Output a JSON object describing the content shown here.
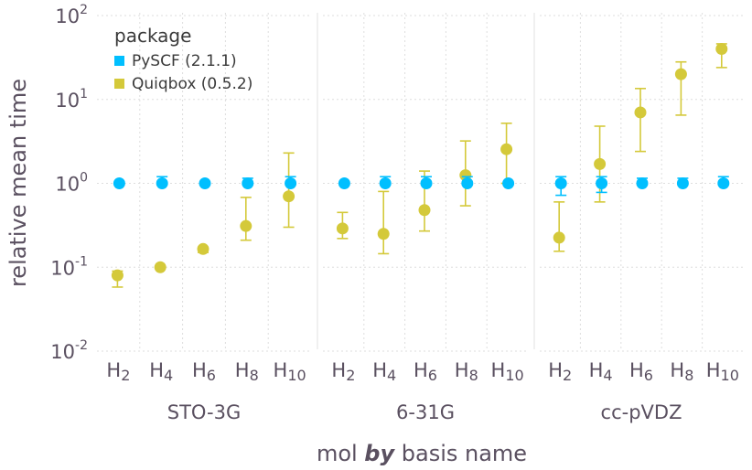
{
  "chart_data": {
    "type": "scatter",
    "ylabel": "relative mean time",
    "xlabel_parts": [
      "mol ",
      "by",
      " basis name"
    ],
    "y_scale": "log",
    "ylim": [
      0.01,
      100
    ],
    "yticks": [
      {
        "base": "10",
        "exp": "-2",
        "value": 0.01
      },
      {
        "base": "10",
        "exp": "-1",
        "value": 0.1
      },
      {
        "base": "10",
        "exp": "0",
        "value": 1
      },
      {
        "base": "10",
        "exp": "1",
        "value": 10
      },
      {
        "base": "10",
        "exp": "2",
        "value": 100
      }
    ],
    "grid": true,
    "legend": {
      "title": "package",
      "position": "top-left",
      "entries": [
        {
          "name": "PySCF (2.1.1)",
          "color": "#00bfff"
        },
        {
          "name": "Quiqbox (0.5.2)",
          "color": "#d4c93a"
        }
      ]
    },
    "molecules": [
      {
        "base": "H",
        "sub": "2"
      },
      {
        "base": "H",
        "sub": "4"
      },
      {
        "base": "H",
        "sub": "6"
      },
      {
        "base": "H",
        "sub": "8"
      },
      {
        "base": "H",
        "sub": "10"
      }
    ],
    "panels": [
      {
        "basis": "STO-3G",
        "series": [
          {
            "name": "PySCF (2.1.1)",
            "values": [
              1,
              1,
              1,
              1,
              1
            ],
            "lower": [
              1,
              1,
              1,
              1,
              1
            ],
            "upper": [
              1,
              1.2,
              1,
              1.15,
              1.2
            ]
          },
          {
            "name": "Quiqbox (0.5.2)",
            "values": [
              0.08,
              0.1,
              0.165,
              0.31,
              0.7
            ],
            "lower": [
              0.058,
              0.1,
              0.15,
              0.21,
              0.3
            ],
            "upper": [
              0.09,
              0.1,
              0.17,
              0.68,
              2.3
            ]
          }
        ]
      },
      {
        "basis": "6-31G",
        "series": [
          {
            "name": "PySCF (2.1.1)",
            "values": [
              1,
              1,
              1,
              1,
              1
            ],
            "lower": [
              1,
              1,
              1,
              1,
              1
            ],
            "upper": [
              1,
              1.2,
              1.2,
              1.2,
              1
            ]
          },
          {
            "name": "Quiqbox (0.5.2)",
            "values": [
              0.29,
              0.25,
              0.48,
              1.25,
              2.55
            ],
            "lower": [
              0.22,
              0.145,
              0.27,
              0.54,
              1
            ],
            "upper": [
              0.45,
              0.8,
              1.4,
              3.2,
              5.2
            ]
          }
        ]
      },
      {
        "basis": "cc-pVDZ",
        "series": [
          {
            "name": "PySCF (2.1.1)",
            "values": [
              1,
              1,
              1,
              1,
              1
            ],
            "lower": [
              0.72,
              0.78,
              1,
              1,
              1
            ],
            "upper": [
              1.2,
              1.2,
              1.15,
              1.15,
              1.2
            ]
          },
          {
            "name": "Quiqbox (0.5.2)",
            "values": [
              0.225,
              1.7,
              7,
              20,
              40
            ],
            "lower": [
              0.155,
              0.6,
              2.4,
              6.5,
              24
            ],
            "upper": [
              0.6,
              4.8,
              13.5,
              28,
              46
            ]
          }
        ]
      }
    ]
  }
}
